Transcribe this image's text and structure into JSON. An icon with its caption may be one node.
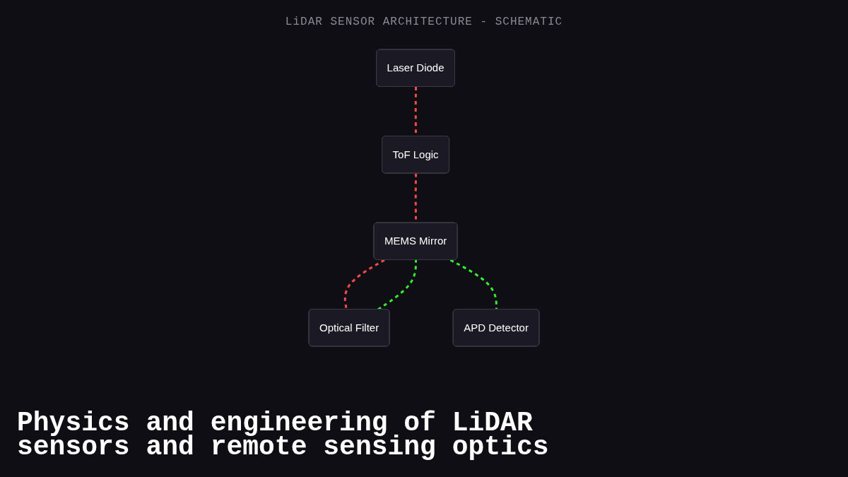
{
  "diagram": {
    "title": "LiDAR SENSOR ARCHITECTURE - SCHEMATIC",
    "caption": "Physics and engineering of LiDAR sensors and remote sensing optics",
    "nodes": [
      {
        "text": [
          "Laser Diode"
        ]
      },
      {
        "text": [
          "ToF Logic"
        ]
      },
      {
        "text": [
          "MEMS Mirror"
        ]
      },
      {
        "text": [
          "Optical Filter"
        ]
      },
      {
        "text": [
          "APD Detector"
        ]
      }
    ],
    "edges": [
      {
        "from": 0,
        "to": 1,
        "arrow": "none",
        "style": "dashed"
      },
      {
        "from": 1,
        "to": 2,
        "arrow": "none",
        "style": "dashed"
      },
      {
        "from": 2,
        "to": 3,
        "arrow": "none",
        "style": "dashed"
      },
      {
        "from": 3,
        "to": 2,
        "arrow": "none",
        "style": "dashed",
        "color": "#33ee33"
      },
      {
        "from": 2,
        "to": 4,
        "arrow": "none",
        "style": "dashed",
        "color": "#33ee33"
      }
    ]
  }
}
